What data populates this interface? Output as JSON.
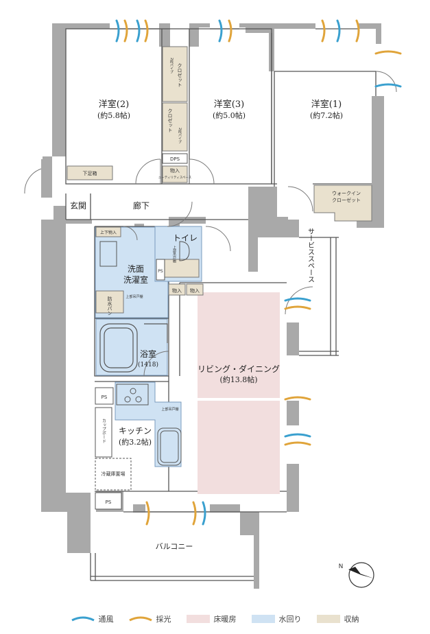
{
  "rooms": {
    "western2": {
      "name": "洋室(2)",
      "size": "(約5.8帖)"
    },
    "western3": {
      "name": "洋室(3)",
      "size": "(約5.0帖)"
    },
    "western1": {
      "name": "洋室(1)",
      "size": "(約7.2帖)"
    },
    "entrance": "玄関",
    "corridor": "廊下",
    "toilet": "トイレ",
    "washroom": {
      "line1": "洗面",
      "line2": "洗濯室"
    },
    "bath": {
      "name": "浴室",
      "size": "(1418)"
    },
    "kitchen": {
      "name": "キッチン",
      "size": "(約3.2帖)"
    },
    "living": {
      "name": "リビング・ダイニング",
      "size": "(約13.8帖)"
    },
    "balcony": "バルコニー",
    "service_space": "サービススペース",
    "walkin": {
      "line1": "ウォークイン",
      "line2": "クローゼット"
    }
  },
  "fixtures": {
    "closet": "クロゼット",
    "closet_stage": "2段パイプ",
    "dps": "DPS",
    "storage": "物入",
    "utility": "ユーティリティスペース",
    "shoe_box": "下足箱",
    "upper_lower_storage": "上下物入",
    "upper_cabinet": "上部吊戸棚",
    "waterproof_pan": "防水パン",
    "ps": "PS",
    "cupboard": "カップボード",
    "fridge": "冷蔵庫置場"
  },
  "legend": [
    {
      "label": "通風",
      "color": "#3aa0cf"
    },
    {
      "label": "採光",
      "color": "#e0a43a"
    },
    {
      "label": "床暖房",
      "color": "#f2dede"
    },
    {
      "label": "水回り",
      "color": "#cfe2f3"
    },
    {
      "label": "収納",
      "color": "#e9e1ce"
    }
  ],
  "colors": {
    "wall": "#a9a9a9",
    "floor_heating": "#f2dede",
    "wet_area": "#cfe2f3",
    "storage": "#e9e1ce"
  },
  "compass_label": "N"
}
